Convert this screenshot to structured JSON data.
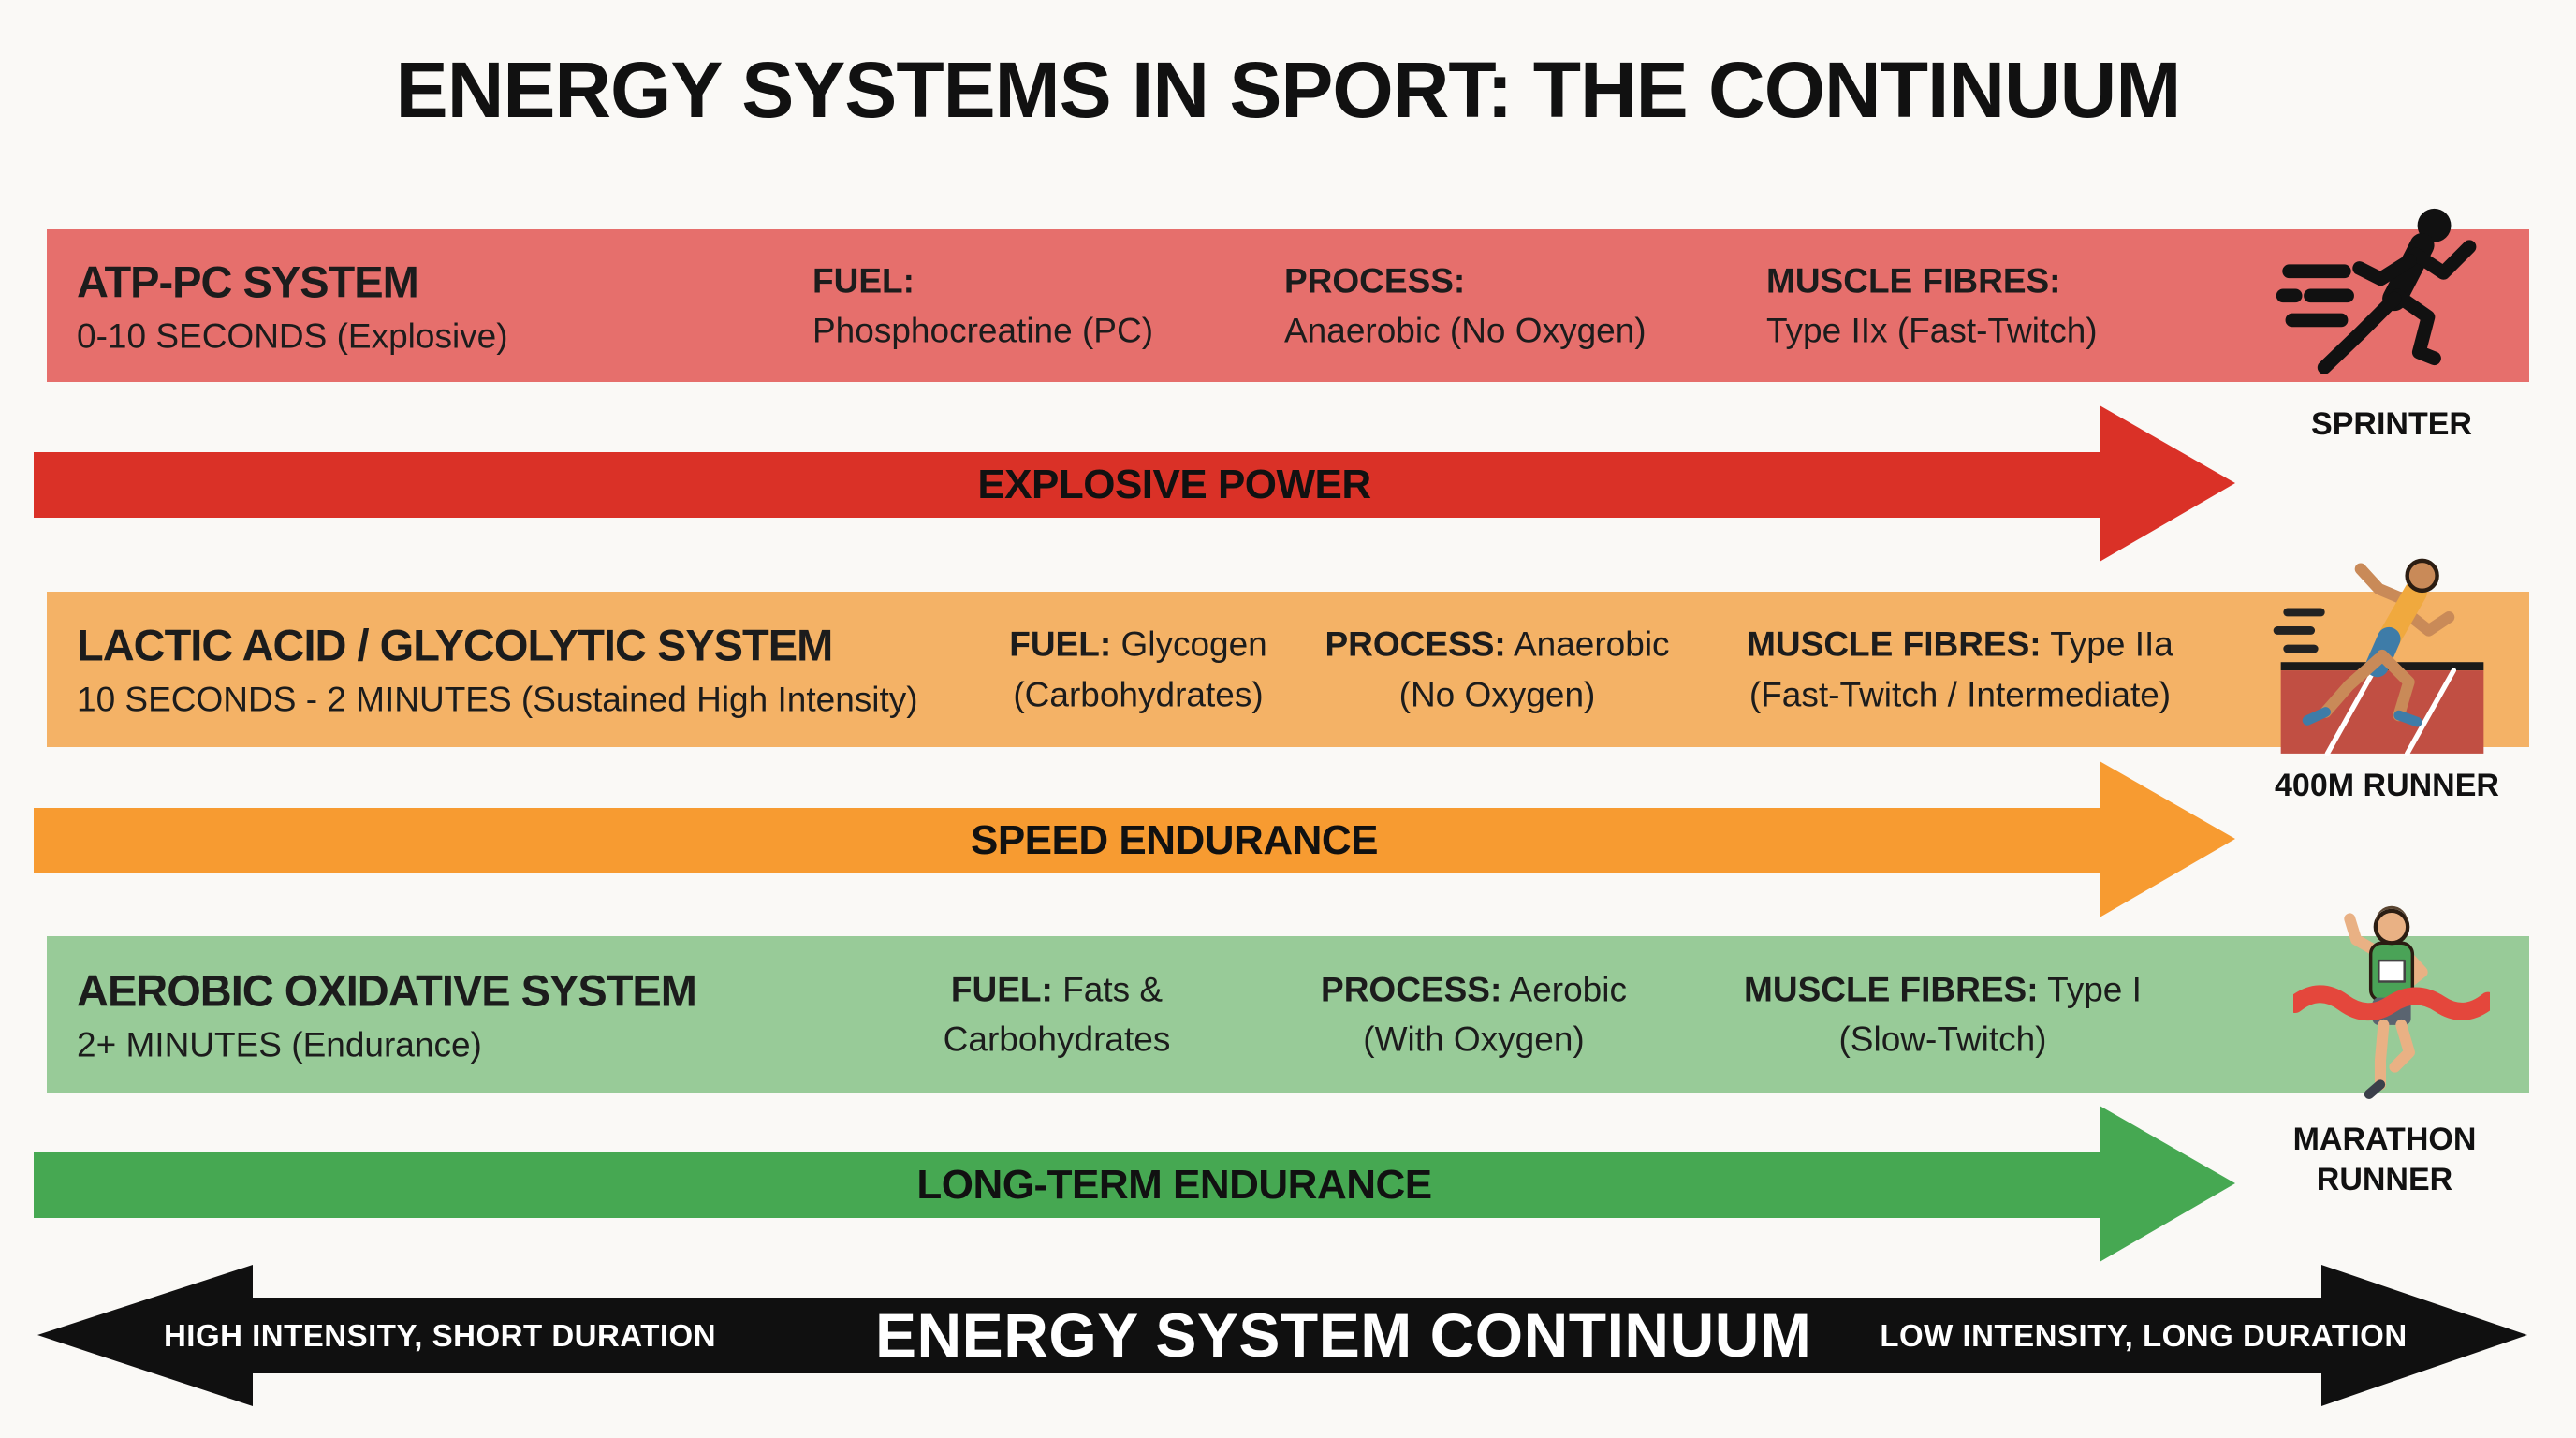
{
  "title": "ENERGY SYSTEMS IN SPORT: THE CONTINUUM",
  "colors": {
    "background": "#FAF9F6",
    "band_red": "#E66F6C",
    "arrow_red": "#DA3127",
    "band_orange": "#F4B266",
    "arrow_orange": "#F79B31",
    "band_green": "#98CB98",
    "arrow_green": "#46A852",
    "continuum_black": "#101010"
  },
  "systems": [
    {
      "name": "ATP-PC SYSTEM",
      "duration": "0-10 SECONDS (Explosive)",
      "fuel_label": "FUEL:",
      "fuel_value": "Phosphocreatine (PC)",
      "process_label": "PROCESS:",
      "process_value": "Anaerobic (No Oxygen)",
      "fibres_label": "MUSCLE FIBRES:",
      "fibres_value": "Type IIx (Fast-Twitch)",
      "arrow_label": "EXPLOSIVE POWER",
      "athlete_label": "SPRINTER",
      "athlete_icon": "sprinter-icon"
    },
    {
      "name": "LACTIC ACID / GLYCOLYTIC SYSTEM",
      "duration": "10 SECONDS - 2 MINUTES (Sustained High Intensity)",
      "fuel_label": "FUEL:",
      "fuel_value": "Glycogen (Carbohydrates)",
      "process_label": "PROCESS:",
      "process_value": "Anaerobic (No Oxygen)",
      "fibres_label": "MUSCLE FIBRES:",
      "fibres_value": "Type IIa (Fast-Twitch / Intermediate)",
      "arrow_label": "SPEED ENDURANCE",
      "athlete_label": "400M RUNNER",
      "athlete_icon": "400m-runner-icon"
    },
    {
      "name": "AEROBIC OXIDATIVE SYSTEM",
      "duration": "2+ MINUTES (Endurance)",
      "fuel_label": "FUEL:",
      "fuel_value": "Fats & Carbohydrates",
      "process_label": "PROCESS:",
      "process_value": "Aerobic (With Oxygen)",
      "fibres_label": "MUSCLE FIBRES:",
      "fibres_value": "Type I (Slow-Twitch)",
      "arrow_label": "LONG-TERM ENDURANCE",
      "athlete_label": "MARATHON RUNNER",
      "athlete_icon": "marathon-runner-icon"
    }
  ],
  "continuum": {
    "left_label": "HIGH INTENSITY, SHORT DURATION",
    "center_label": "ENERGY SYSTEM CONTINUUM",
    "right_label": "LOW INTENSITY, LONG DURATION"
  }
}
